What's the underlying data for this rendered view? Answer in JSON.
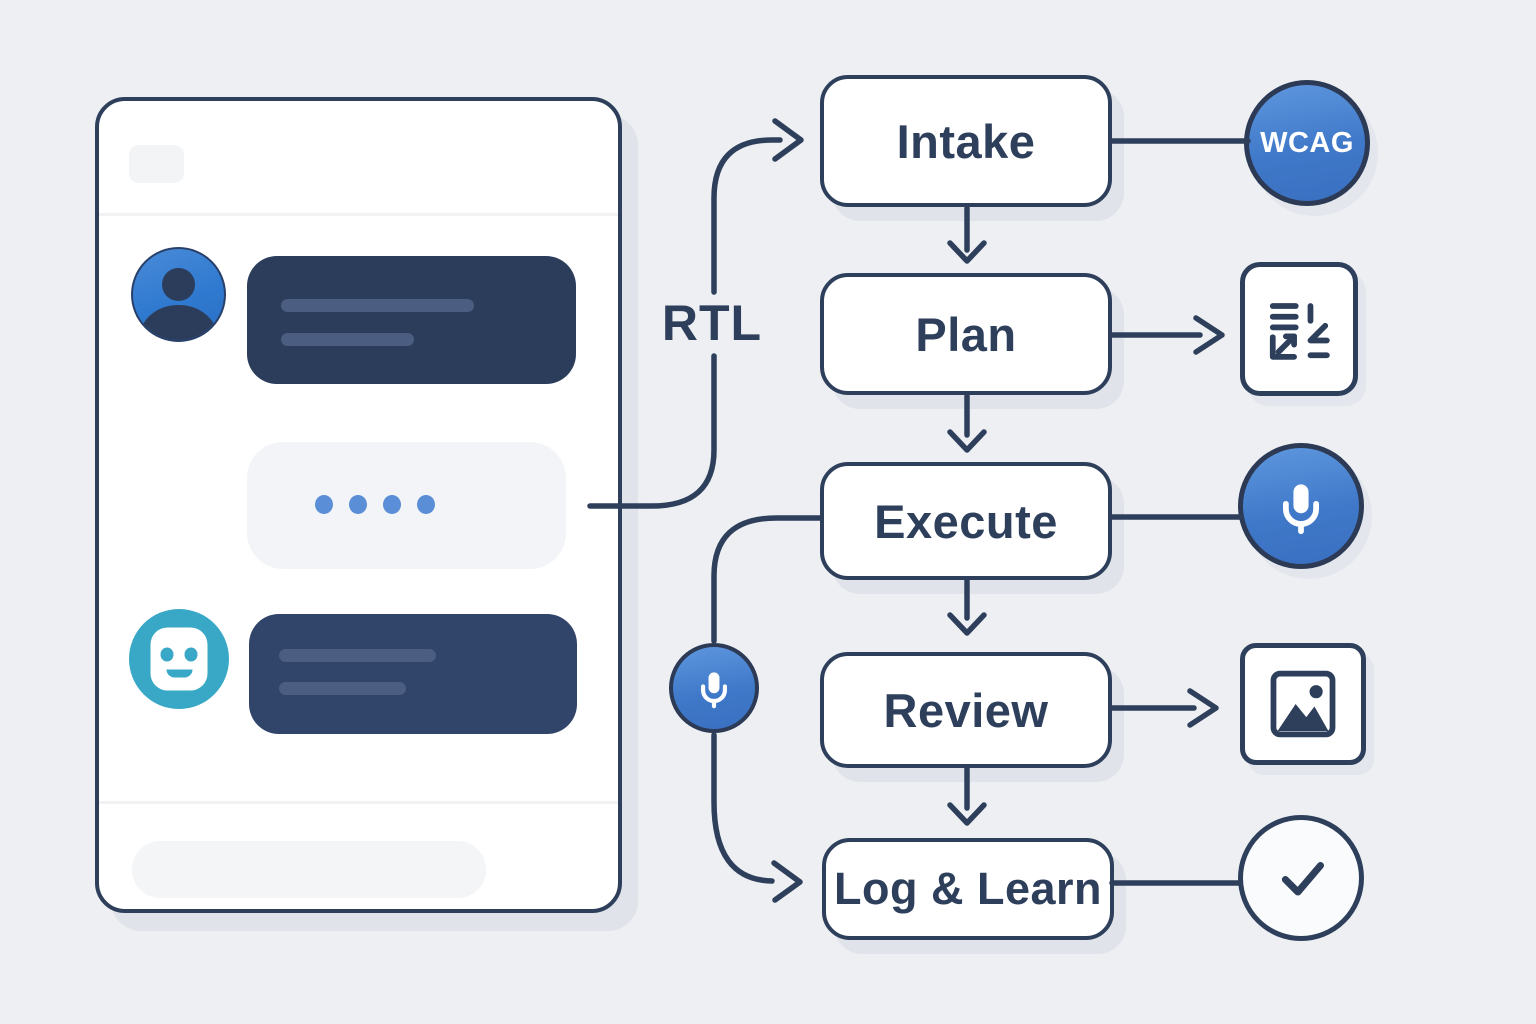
{
  "labels": {
    "rtl": "RTL"
  },
  "chat": {
    "user_avatar_icon": "user-avatar-icon",
    "bot_avatar_icon": "robot-avatar-icon",
    "typing_dots_count": 4
  },
  "flow": {
    "steps": [
      {
        "label": "Intake",
        "attachment_icon": "wcag-badge",
        "attachment_text": "WCAG"
      },
      {
        "label": "Plan",
        "attachment_icon": "document-icon"
      },
      {
        "label": "Execute",
        "attachment_icon": "microphone-icon"
      },
      {
        "label": "Review",
        "attachment_icon": "image-icon"
      },
      {
        "label": "Log & Learn",
        "attachment_icon": "check-icon"
      }
    ],
    "side_icon": "microphone-icon"
  },
  "colors": {
    "background": "#edeff2",
    "navy": "#2e3f5c",
    "accent_blue": "#4079c9",
    "teal": "#38a8c6",
    "bubble_dark": "#2e3f5e",
    "dot_blue": "#5a8ed6",
    "shadow": "#e0e4ea"
  }
}
